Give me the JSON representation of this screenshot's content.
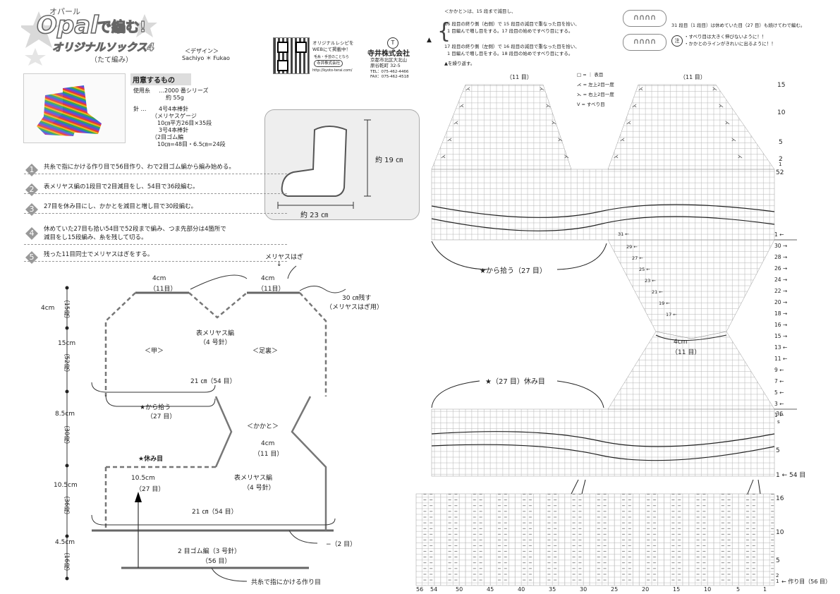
{
  "logo": {
    "small_title": "オパール",
    "main_word": "Opal",
    "main_suffix": "で編む!",
    "subtitle": "オリジナルソックス4",
    "subtitle_sub": "（たて編み）"
  },
  "designer": {
    "label": "＜デザイン＞",
    "name": "Sachiyo ＊ Fukao"
  },
  "company": {
    "qr_text_1": "オリジナルレシピを",
    "qr_text_2": "WEBにて掲載中！",
    "qr_text_3": "毛糸・手芸のことなら",
    "qr_text_4": "寺井株式会社",
    "qr_url": "http://kyoto-terai.com/",
    "name": "寺井株式会社",
    "addr1": "京都市北区大北山",
    "addr2": "原谷乾町 32-5",
    "tel": "TEL：075-462-4466",
    "fax": "FAX：075-462-4518"
  },
  "materials": {
    "heading": "用意するもの",
    "yarn_label": "使用糸",
    "yarn_value": "…2000 番シリーズ",
    "yarn_amount": "約 55g",
    "needle_label": "針 …",
    "needle_1": "4号4本棒針",
    "gauge_label": "（メリヤスゲージ",
    "gauge_value": "10㎝平方26目×35段",
    "needle_2": "3号4本棒針",
    "rib_label": "（2目ゴム編",
    "rib_value": "10㎝=48目・6.5㎝=24段"
  },
  "sock_dimensions": {
    "height": "約 19 ㎝",
    "length": "約 23 ㎝"
  },
  "steps": [
    {
      "num": "1",
      "text": "共糸で指にかける作り目で56目作り、わで2目ゴム編から編み始める。"
    },
    {
      "num": "2",
      "text": "表メリヤス編の1段目で2目減目をし、54目で36段編む。"
    },
    {
      "num": "3",
      "text": "27目を休み目にし、かかとを減目と増し目で30段編む。"
    },
    {
      "num": "4",
      "text": "休めていた27目も拾い54目で52段まで編み、つま先部分は4箇所で",
      "text2": "減目をし15段編み、糸を残して切る。"
    },
    {
      "num": "5",
      "text": "残った11目同士でメリヤスはぎをする。"
    }
  ],
  "diagram": {
    "meriyasu_hagi": "メリヤスはぎ",
    "toe_left_w": "4cm",
    "toe_left_st": "（11目）",
    "toe_right_w": "4cm",
    "toe_right_st": "（11目）",
    "leave": "30 ㎝残す",
    "leave_sub": "（メリヤスはぎ用）",
    "body_label": "表メリヤス編",
    "body_needle": "（4 号針）",
    "instep": "＜甲＞",
    "sole": "＜足裏＞",
    "width_upper": "21 ㎝（54 目）",
    "pickup": "★から拾う",
    "pickup_st": "（27 目）",
    "heel": "＜かかと＞",
    "heel_w": "4cm",
    "heel_st": "（11 目）",
    "rest": "★休み目",
    "rest_w": "10.5cm",
    "rest_st": "（27 目）",
    "leg_label": "表メリヤス編",
    "leg_needle": "（4 号針）",
    "width_lower": "21 ㎝（54 目）",
    "dec": "−（2 目）",
    "rib": "2 目ゴム編（3 号針）",
    "rib_st": "（56 目）",
    "cast_on": "共糸で指にかける作り目",
    "side": [
      {
        "cm": "4cm",
        "rows": "（15段）"
      },
      {
        "cm": "15cm",
        "rows": "（52段）"
      },
      {
        "cm": "8.5cm",
        "rows": "（30段）"
      },
      {
        "cm": "10.5cm",
        "rows": "（36段）"
      },
      {
        "cm": "4.5cm",
        "rows": "（16段）"
      }
    ]
  },
  "notes": {
    "line1": "＜かかと＞は、15 段まで減目し、",
    "line2a": "16 段目の終り側（右側）で 15 段目の減目で重なった目を拾い、",
    "line2b": "1 目編んで増し目をする。17 段目の始めですべり目にする。",
    "line3a": "17 段目の終り側（左側）で 16 段目の減目で重なった目を拾い、",
    "line3b": "1 目編んで増し目をする。18 段目の始めですべり目にする。",
    "line4": "▲を繰り返す。",
    "right1": "31 段目（1 段目）は休めていた目（27 目）も続けてわで編む。",
    "note_mark": "注",
    "note1": "・すべり目は大きく伸びないように！！",
    "note2": "・かかとのラインがきれいに出るように！！"
  },
  "legend": [
    {
      "sym": "□",
      "text": "= ｜ 表目"
    },
    {
      "sym": "⋌",
      "text": "= 左上2目一度"
    },
    {
      "sym": "⋋",
      "text": "= 右上2目一度"
    },
    {
      "sym": "V",
      "text": "= すべり目"
    }
  ],
  "chart": {
    "top_left_st": "（11 目）",
    "top_right_st": "（11 目）",
    "toe_rows": [
      "15",
      "10",
      "5",
      "2",
      "1"
    ],
    "row52": "52",
    "pickup": "★から拾う（27 目）",
    "heel_rows_right": [
      "1",
      "30",
      "28",
      "26",
      "24",
      "22",
      "20",
      "18",
      "16",
      "15",
      "13",
      "11",
      "9",
      "7",
      "5",
      "3",
      "1"
    ],
    "heel_inner": [
      "31",
      "29",
      "27",
      "25",
      "23",
      "21",
      "19",
      "17"
    ],
    "heel_w": "4cm",
    "heel_st": "（11 目）",
    "rest": "★（27 目）休み目",
    "row36": "36",
    "row_s": "s",
    "row5": "5",
    "row1_54": "1 ← 54 目",
    "rib_rows": [
      "16",
      "10",
      "5",
      "2",
      "1"
    ],
    "cast_on_right": "← 作り目（56 目）",
    "bottom_cols": [
      "56",
      "54",
      "50",
      "45",
      "40",
      "35",
      "30",
      "25",
      "20",
      "15",
      "10",
      "5",
      "1"
    ]
  }
}
